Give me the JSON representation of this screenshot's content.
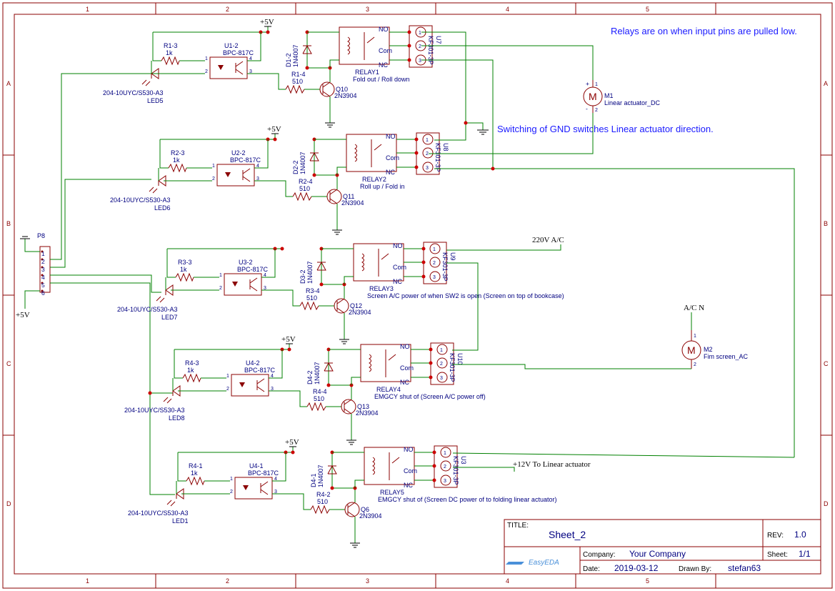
{
  "frame": {
    "columns": [
      "1",
      "2",
      "3",
      "4",
      "5"
    ],
    "rows": [
      "A",
      "B",
      "C",
      "D"
    ]
  },
  "notes": {
    "relays_low": "Relays are on when input pins are pulled low.",
    "gnd_switch": "Switching of GND switches Linear actuator direction."
  },
  "power": {
    "vcc": "+5V",
    "ac220": "220V A/C",
    "acn": "A/C N",
    "v12": "+12V To Linear actuator"
  },
  "connector": {
    "ref": "P8",
    "pins": [
      "1",
      "2",
      "3",
      "4",
      "5",
      "6"
    ]
  },
  "motors": [
    {
      "ref": "M1",
      "value": "Linear actuator_DC",
      "pin_plus": "+",
      "pin_minus": "-",
      "pin1": "1",
      "pin2": "2"
    },
    {
      "ref": "M2",
      "value": "Fim screen_AC",
      "pin1": "1",
      "pin2": "2"
    }
  ],
  "channels": [
    {
      "r_led": "R1-3",
      "r_led_val": "1k",
      "opto": "U1-2",
      "opto_val": "BPC-817C",
      "led_part": "204-10UYC/S530-A3",
      "led_ref": "LED5",
      "diode": "D1-2",
      "diode_val": "1N4007",
      "relay": "RELAY1",
      "relay_desc": "Fold out / Roll down",
      "r_base": "R1-4",
      "r_base_val": "510",
      "q": "Q10",
      "q_val": "2N3904",
      "term": "U7",
      "term_val": "KF301-3P"
    },
    {
      "r_led": "R2-3",
      "r_led_val": "1k",
      "opto": "U2-2",
      "opto_val": "BPC-817C",
      "led_part": "204-10UYC/S530-A3",
      "led_ref": "LED6",
      "diode": "D2-2",
      "diode_val": "1N4007",
      "relay": "RELAY2",
      "relay_desc": "Roll up / Fold in",
      "r_base": "R2-4",
      "r_base_val": "510",
      "q": "Q11",
      "q_val": "2N3904",
      "term": "U8",
      "term_val": "KF301-3P"
    },
    {
      "r_led": "R3-3",
      "r_led_val": "1k",
      "opto": "U3-2",
      "opto_val": "BPC-817C",
      "led_part": "204-10UYC/S530-A3",
      "led_ref": "LED7",
      "diode": "D3-2",
      "diode_val": "1N4007",
      "relay": "RELAY3",
      "relay_desc": "Screen A/C power of when SW2 is open (Screen on top of bookcase)",
      "r_base": "R3-4",
      "r_base_val": "510",
      "q": "Q12",
      "q_val": "2N3904",
      "term": "U9",
      "term_val": "KF301-3P"
    },
    {
      "r_led": "R4-3",
      "r_led_val": "1k",
      "opto": "U4-2",
      "opto_val": "BPC-817C",
      "led_part": "204-10UYC/S530-A3",
      "led_ref": "LED8",
      "diode": "D4-2",
      "diode_val": "1N4007",
      "relay": "RELAY4",
      "relay_desc": "EMGCY shut of (Screen A/C power off)",
      "r_base": "R4-4",
      "r_base_val": "510",
      "q": "Q13",
      "q_val": "2N3904",
      "term": "U10",
      "term_val": "KF301-3P"
    },
    {
      "r_led": "R4-1",
      "r_led_val": "1k",
      "opto": "U4-1",
      "opto_val": "BPC-817C",
      "led_part": "204-10UYC/S530-A3",
      "led_ref": "LED1",
      "diode": "D4-1",
      "diode_val": "1N4007",
      "relay": "RELAY5",
      "relay_desc": "EMGCY shut of (Screen DC power of to folding linear actuator)",
      "r_base": "R4-2",
      "r_base_val": "510",
      "q": "Q6",
      "q_val": "2N3904",
      "term": "U3",
      "term_val": "KF301-3P"
    }
  ],
  "relay_pins": {
    "no": "NO",
    "com": "Com",
    "nc": "NC"
  },
  "opto_pins": {
    "p1": "1",
    "p2": "2",
    "p3": "3",
    "p4": "4"
  },
  "term_pins": [
    "1",
    "2",
    "3"
  ],
  "title_block": {
    "title_label": "TITLE:",
    "title": "Sheet_2",
    "rev_label": "REV:",
    "rev": "1.0",
    "company_label": "Company:",
    "company": "Your Company",
    "sheet_label": "Sheet:",
    "sheet": "1/1",
    "date_label": "Date:",
    "date": "2019-03-12",
    "drawn_label": "Drawn By:",
    "drawn": "stefan63",
    "logo": "EasyEDA"
  },
  "colors": {
    "wire": "#008000",
    "component": "#8b0000",
    "text": "#000080",
    "note": "#1a1aff",
    "junction": "#cc0000"
  }
}
